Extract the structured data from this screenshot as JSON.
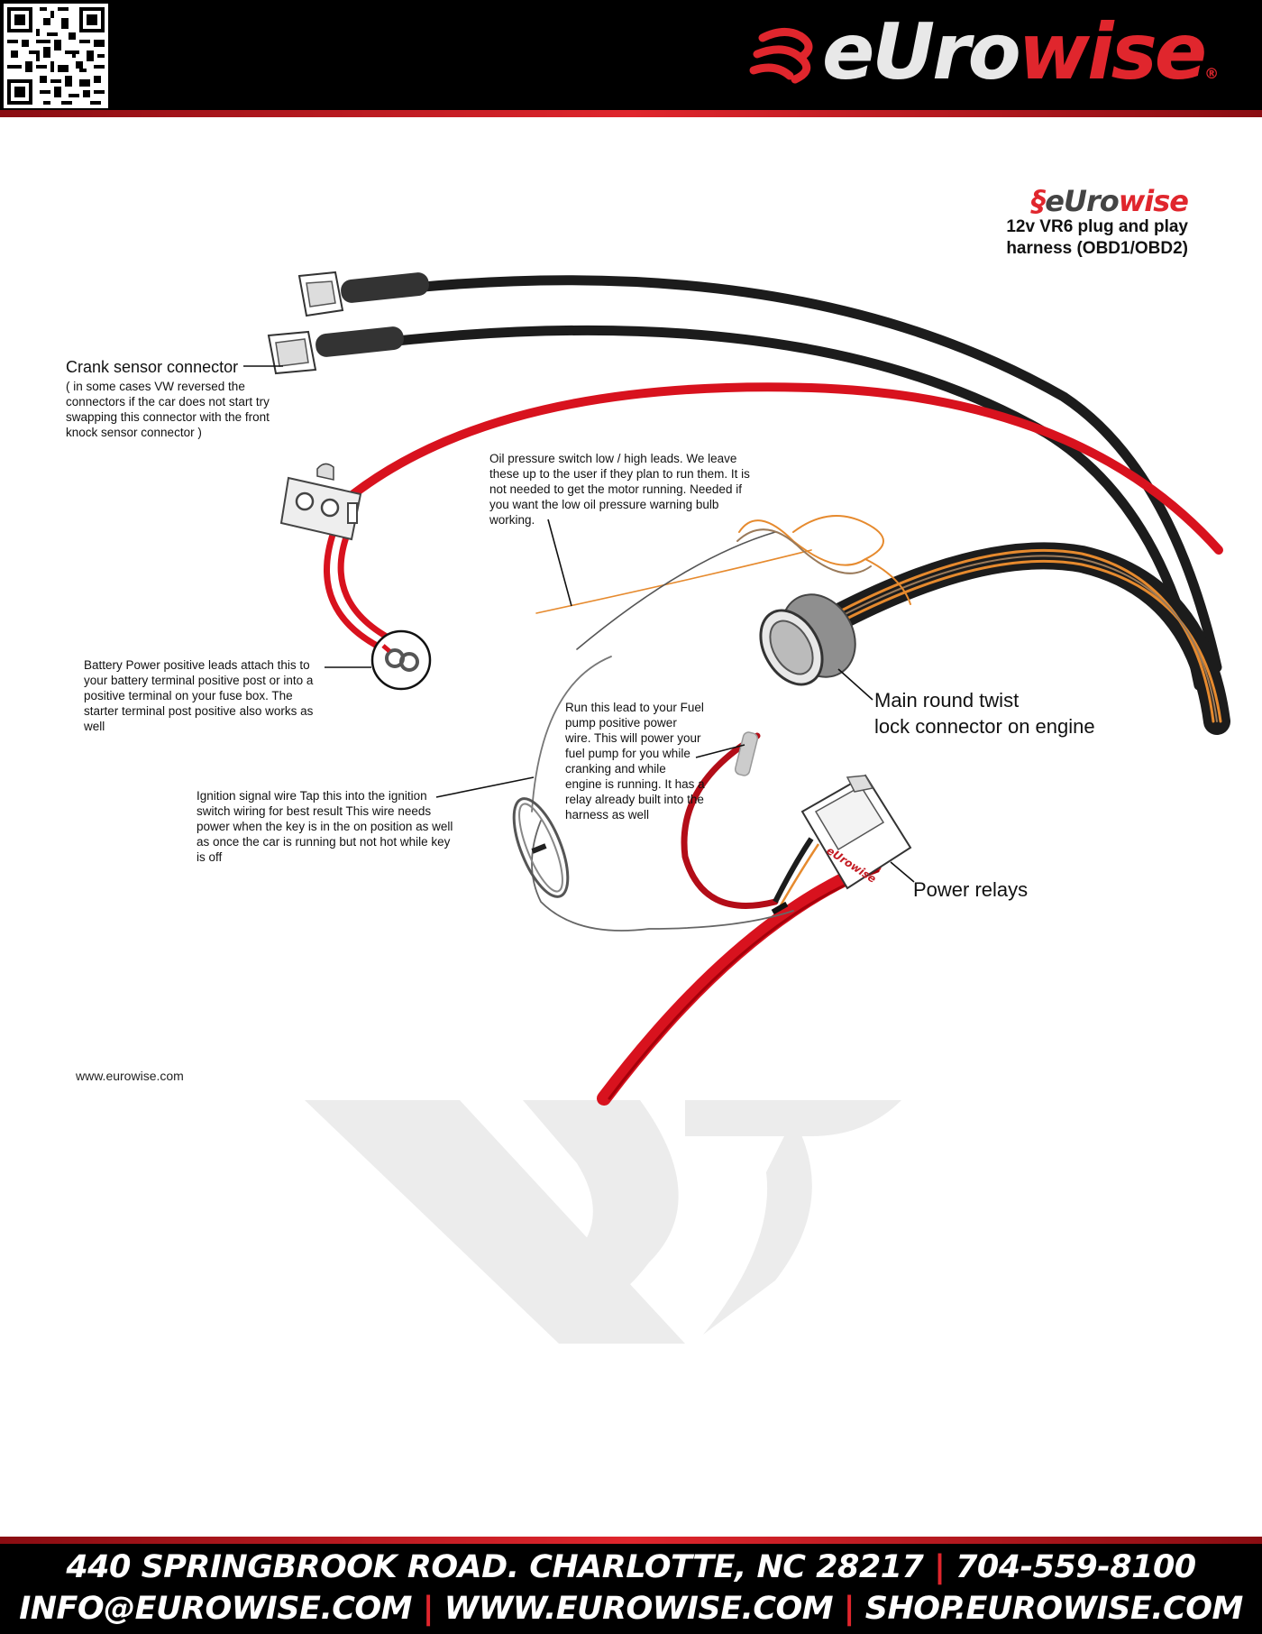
{
  "header": {
    "brand": {
      "part1": "eUro",
      "part2": "wise"
    },
    "brand_mark": "®"
  },
  "title": {
    "brand": {
      "part1": "eUro",
      "part2": "wise"
    },
    "line1": "12v VR6 plug and play",
    "line2": "harness (OBD1/OBD2)"
  },
  "labels": {
    "crank_title": "Crank sensor connector",
    "crank_note": [
      "( in some cases VW reversed the",
      "connectors if the car does not start try",
      "swapping this connector with the front",
      "knock sensor connector )"
    ],
    "oil": [
      "Oil pressure switch low / high leads. We leave",
      "these up to the user if they plan to run them. It is",
      "not needed to get the motor running. Needed if",
      "you want the low oil pressure warning bulb",
      "working."
    ],
    "battery": [
      "Battery Power positive leads attach this to",
      "your battery terminal positive post or into a",
      "positive terminal on your fuse box. The",
      "starter terminal post positive also works as",
      "well"
    ],
    "main_connector": [
      "Main round twist",
      "lock connector on engine"
    ],
    "fuel": [
      "Run this lead to your Fuel",
      "pump positive power",
      "wire. This will power your",
      "fuel pump for you while",
      "cranking and while",
      "engine is running. It has a",
      "relay already built into the",
      "harness as well"
    ],
    "ignition": [
      "Ignition signal wire Tap this into the ignition",
      "switch wiring for best result This wire needs",
      "power when the key is in the on position as well",
      "as once the car is running but not hot while key",
      "is off"
    ],
    "relays": "Power relays",
    "relay_box_brand": "eUrowise",
    "website": "www.eurowise.com"
  },
  "footer": {
    "address": "440 SPRINGBROOK ROAD. CHARLOTTE, NC 28217",
    "phone": "704-559-8100",
    "email": "INFO@EUROWISE.COM",
    "web": "WWW.EUROWISE.COM",
    "shop": "SHOP.EUROWISE.COM",
    "separator": "|"
  },
  "colors": {
    "brand_red": "#e0262d",
    "wire_red": "#d8121e",
    "wire_black": "#1c1c1c",
    "wire_orange": "#e68a2e",
    "watermark": "#ececec"
  }
}
